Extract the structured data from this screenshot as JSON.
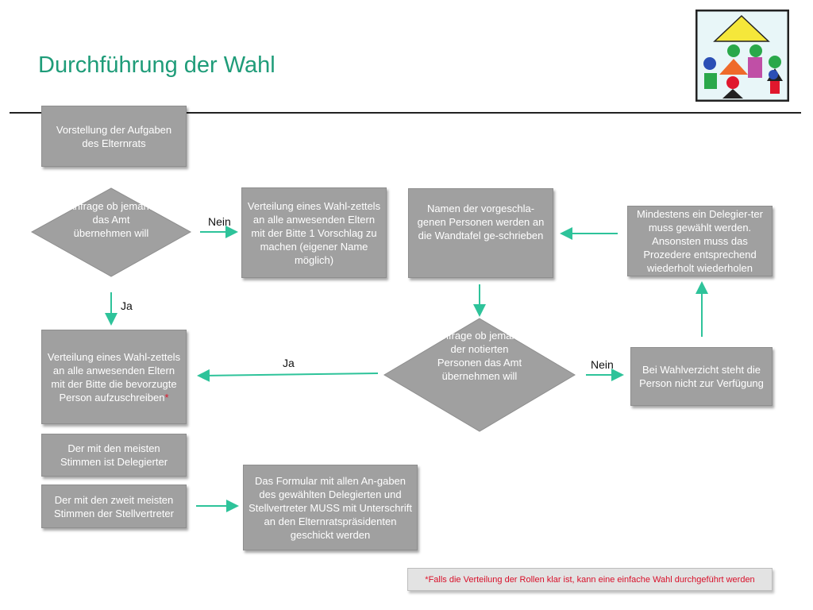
{
  "page": {
    "title": "Durchführung der Wahl"
  },
  "nodes": {
    "vorstellung": "Vorstellung der Aufgaben des Elternrats",
    "anfrage1": "Anfrage ob jemand das Amt übernehmen will",
    "verteilung1": "Verteilung eines Wahl-zettels an alle anwesenden Eltern mit der Bitte 1 Vorschlag zu machen (eigener Name möglich)",
    "namen": "Namen der vorgeschla-genen Personen werden an die Wandtafel ge-schrieben",
    "mindestens": "Mindestens ein Delegier-ter muss gewählt werden. Ansonsten muss das Prozedere entsprechend wiederholt wiederholen",
    "verteilung2": "Verteilung eines Wahl-zettels an alle anwesenden Eltern mit der Bitte die bevorzugte Person aufzuschreiben",
    "verteilung2_mark": "*",
    "anfrage2": "Anfrage ob jemand der notierten Personen das Amt übernehmen will",
    "wahlverzicht": "Bei Wahlverzicht steht die Person nicht zur Verfügung",
    "delegierter": "Der mit den meisten Stimmen ist Delegierter",
    "stellvertreter": "Der mit den zweit meisten Stimmen der Stellvertreter",
    "formular": "Das Formular mit allen An-gaben des gewählten Delegierten und Stellvertreter MUSS mit Unterschrift an den Elternratspräsidenten geschickt werden"
  },
  "edge_labels": {
    "nein1": "Nein",
    "ja1": "Ja",
    "ja2": "Ja",
    "nein2": "Nein"
  },
  "footnote": {
    "mark": "*",
    "text": "Falls die Verteilung der Rollen klar ist, kann eine einfache Wahl durchgeführt werden"
  },
  "colors": {
    "title": "#1f9c79",
    "box": "#a0a0a0",
    "arrow": "#2ec39a",
    "footnote_text": "#d8102a"
  }
}
